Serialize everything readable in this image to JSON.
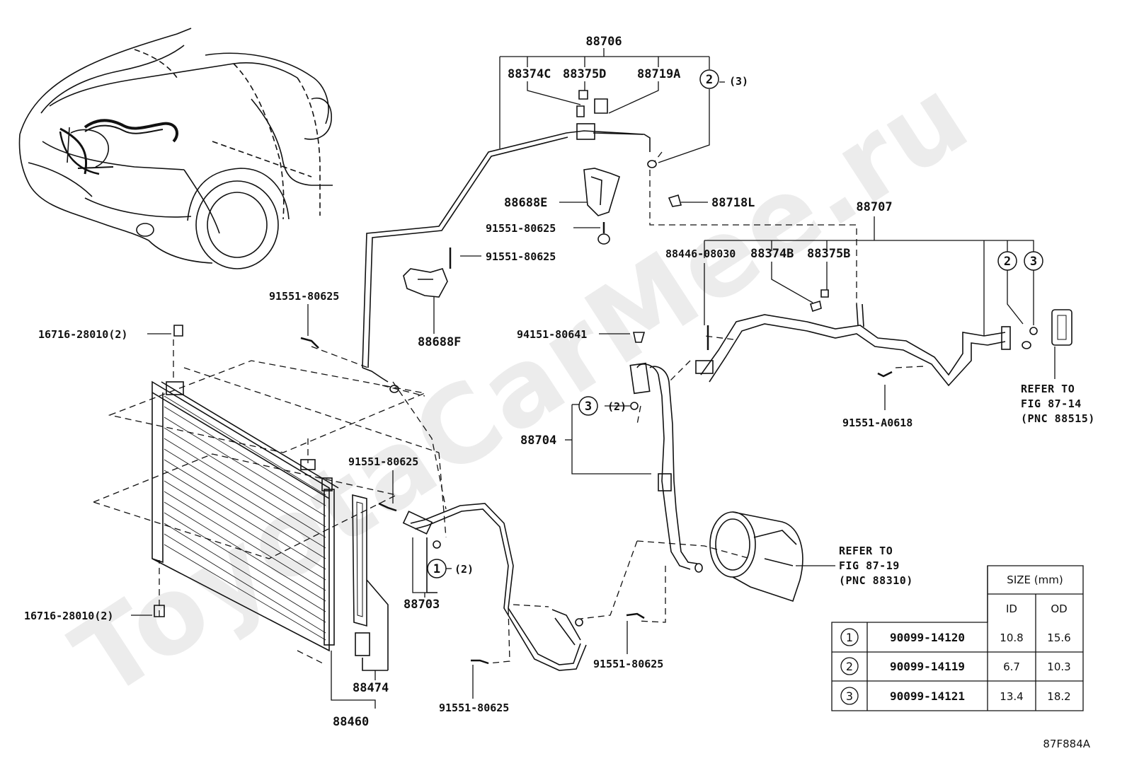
{
  "watermark": "ToyotaCarMee.ru",
  "figure_code": "87F884A",
  "labels": {
    "p88706": "88706",
    "p88374C": "88374C",
    "p88375D": "88375D",
    "p88719A": "88719A",
    "c2_top": "2",
    "q3_top": "(3)",
    "p88688E": "88688E",
    "p88718L": "88718L",
    "p91551_80625_a": "91551-80625",
    "p91551_80625_b": "91551-80625",
    "p88688F": "88688F",
    "p88707": "88707",
    "p88446": "88446-08030",
    "p88374B": "88374B",
    "p88375B": "88375B",
    "c2_right": "2",
    "c3_right": "3",
    "p16716_top": "16716-28010(2)",
    "p91551_80625_c": "91551-80625",
    "p94151": "94151-80641",
    "c3_mid": "3",
    "q2_mid": "(2)",
    "p88704": "88704",
    "p91551_A0618": "91551-A0618",
    "p91551_80625_d": "91551-80625",
    "c1_mid": "1",
    "q2_low": "(2)",
    "p88703": "88703",
    "p16716_bot": "16716-28010(2)",
    "p88474": "88474",
    "p88460": "88460",
    "p91551_80625_e": "91551-80625",
    "p91551_80625_f": "91551-80625"
  },
  "refs": {
    "r1_l1": "REFER TO",
    "r1_l2": "FIG 87-14",
    "r1_l3": "(PNC 88515)",
    "r2_l1": "REFER TO",
    "r2_l2": "FIG 87-19",
    "r2_l3": "(PNC 88310)"
  },
  "size_table": {
    "header": "SIZE (mm)",
    "col_id": "ID",
    "col_od": "OD",
    "rows": [
      {
        "num": "1",
        "part": "90099-14120",
        "id": "10.8",
        "od": "15.6"
      },
      {
        "num": "2",
        "part": "90099-14119",
        "id": "6.7",
        "od": "10.3"
      },
      {
        "num": "3",
        "part": "90099-14121",
        "id": "13.4",
        "od": "18.2"
      }
    ]
  }
}
